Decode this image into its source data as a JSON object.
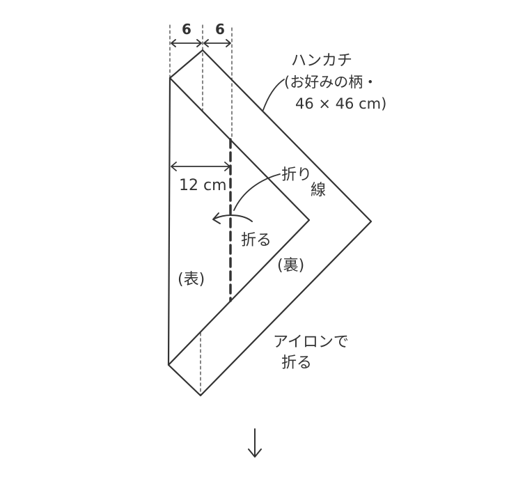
{
  "dimensions": {
    "left_width": "6",
    "right_width": "6",
    "fold_width": "12 cm"
  },
  "labels": {
    "handkerchief": "ハンカチ",
    "handkerchief_note_line1": "(お好みの柄・",
    "handkerchief_note_line2": "46 × 46 cm)",
    "fold_line_part1": "折り",
    "fold_line_part2": "線",
    "fold_action": "折る",
    "front_side": "(表)",
    "back_side": "(裏)",
    "iron_line1": "アイロンで",
    "iron_line2": "折る"
  },
  "colors": {
    "line": "#333333",
    "background": "#ffffff"
  },
  "icons": {
    "next_step": "down-arrow-icon"
  }
}
